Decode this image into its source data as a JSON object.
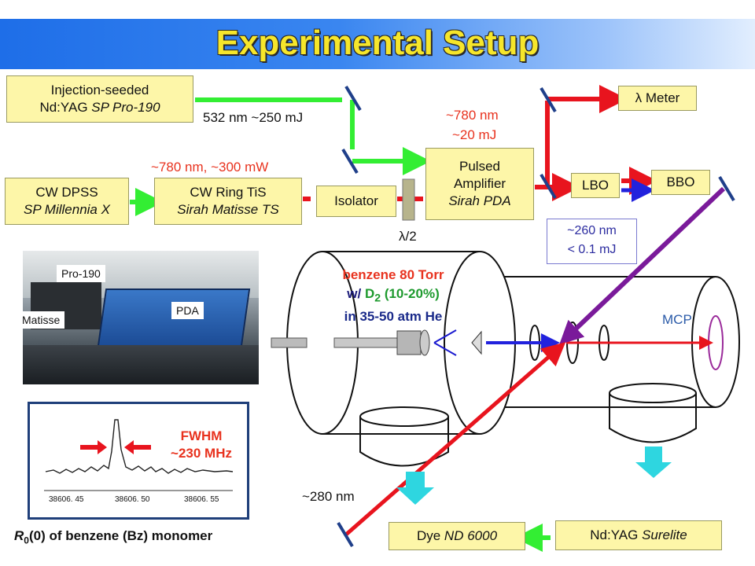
{
  "title": "Experimental Setup",
  "boxes": {
    "nd_yag_seed": {
      "line1": "Injection-seeded",
      "line2_prefix": "Nd:YAG ",
      "line2_italic": "SP Pro-190"
    },
    "cw_dpss": {
      "line1": "CW DPSS",
      "line2_italic": "SP Millennia X"
    },
    "cw_ring": {
      "line1": "CW Ring TiS",
      "line2_italic": "Sirah Matisse TS"
    },
    "isolator": "Isolator",
    "pulsed_amp": {
      "line1": "Pulsed",
      "line2": "Amplifier",
      "line3_italic": "Sirah PDA"
    },
    "lbo": "LBO",
    "bbo": "BBO",
    "lambda_meter": "λ Meter",
    "dye": {
      "prefix": "Dye ",
      "italic": "ND 6000"
    },
    "nd_yag_surelite": {
      "prefix": "Nd:YAG ",
      "italic": "Surelite"
    }
  },
  "labels": {
    "green_532": "532 nm ~250 mJ",
    "cw_780": "~780 nm, ~300 mW",
    "pulsed_780_line1": "~780 nm",
    "pulsed_780_line2": "~20 mJ",
    "half_wave": "λ/2",
    "uv_260_line1": "~260 nm",
    "uv_260_line2": "< 0.1 mJ",
    "mcp": "MCP",
    "ir_280": "~280 nm"
  },
  "sample": {
    "line1": "benzene 80 Torr",
    "line2_prefix": "w/ ",
    "line2_gas": "D",
    "line2_sub": "2",
    "line2_suffix": " (10-20%)",
    "line3": "in 35-50 atm He"
  },
  "photo_tags": {
    "pro190": "Pro-190",
    "matisse": "Matisse",
    "pda": "PDA"
  },
  "spectrum": {
    "fwhm_line1": "FWHM",
    "fwhm_line2": "~230 MHz",
    "ticks": [
      "38606. 45",
      "38606. 50",
      "38606. 55"
    ]
  },
  "caption": {
    "r": "R",
    "sub": "0",
    "rest": "(0) of benzene (Bz) monomer"
  },
  "colors": {
    "green_beam": "#33ee33",
    "red_beam": "#e8141e",
    "blue_beam": "#2222dd",
    "purple_beam": "#7a1a9a",
    "cyan_arrow": "#2ed6e0",
    "box_fill": "#fdf6a8",
    "title_text": "#f6e62b"
  }
}
